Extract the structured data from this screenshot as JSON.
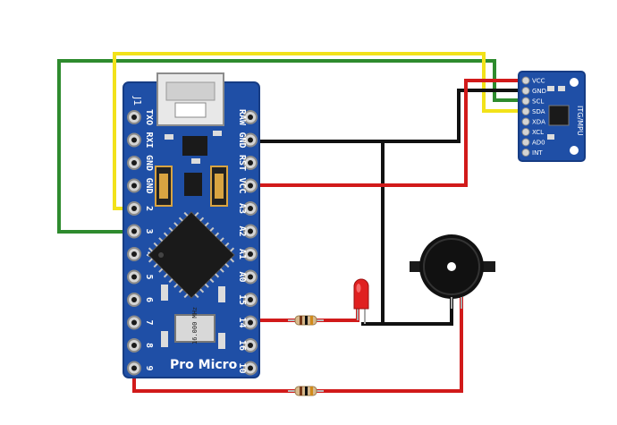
{
  "board": {
    "name": "Pro Micro",
    "left_pins": [
      "TXO",
      "RXI",
      "GND",
      "GND",
      "2",
      "3",
      "4",
      "5",
      "6",
      "7",
      "8",
      "9"
    ],
    "right_pins": [
      "RAW",
      "GND",
      "RST",
      "VCC",
      "A3",
      "A2",
      "A1",
      "A0",
      "15",
      "14",
      "16",
      "10"
    ],
    "corner_label": "J1",
    "crystal_label": "16.000 MHz"
  },
  "sensor": {
    "name": "ITG/MPU",
    "pins": [
      "VCC",
      "GND",
      "SCL",
      "SDA",
      "XDA",
      "XCL",
      "AD0",
      "INT"
    ]
  },
  "colors": {
    "board": "#1f4fa6",
    "board_dark": "#163c84",
    "red_wire": "#d11a1a",
    "black_wire": "#111111",
    "green_wire": "#2e8b2e",
    "yellow_wire": "#f2e21a",
    "led": "#e02020"
  }
}
